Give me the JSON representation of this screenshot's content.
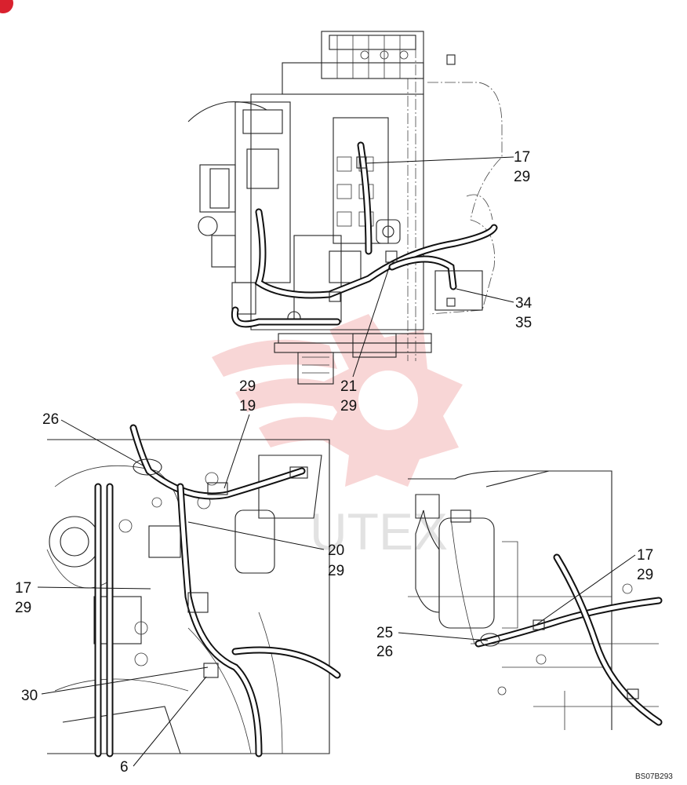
{
  "callouts": {
    "c17_29_top": {
      "a": "17",
      "b": "29"
    },
    "c34_35": {
      "a": "34",
      "b": "35"
    },
    "c21_29": {
      "a": "21",
      "b": "29"
    },
    "c29_19": {
      "a": "29",
      "b": "19"
    },
    "c26_left": {
      "a": "26"
    },
    "c20_29": {
      "a": "20",
      "b": "29"
    },
    "c17_29_left": {
      "a": "17",
      "b": "29"
    },
    "c30": {
      "a": "30"
    },
    "c6": {
      "a": "6"
    },
    "c17_29_right": {
      "a": "17",
      "b": "29"
    },
    "c25_26": {
      "a": "25",
      "b": "26"
    }
  },
  "drawing_code": "BS07B293",
  "watermark_text": "UTEX",
  "colors": {
    "watermark": "#f2b8b8",
    "corner_mark": "#d9212e"
  }
}
